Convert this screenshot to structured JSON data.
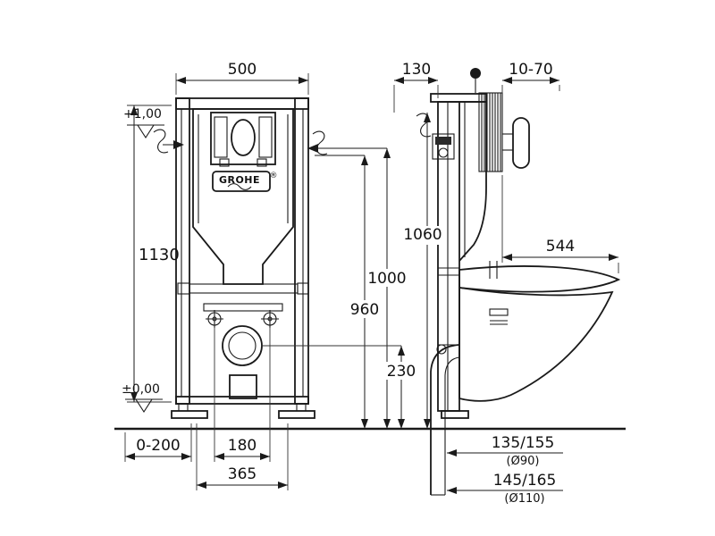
{
  "drawing": {
    "brand": {
      "name": "GROHE",
      "registered": "®"
    },
    "colors": {
      "ink": "#1a1a1a",
      "background": "#ffffff"
    },
    "front_view": {
      "width": "500",
      "height": "1130",
      "datum_top": "+1,00",
      "datum_floor": "±0,00",
      "height_flush": "1000",
      "height_secondary": "960",
      "height_outlet": "230",
      "foot_adjust_range": "0-200",
      "bolt_spacing": "180",
      "fixing_spacing": "365"
    },
    "side_view": {
      "frame_depth": "130",
      "plate_adjust_range": "10-70",
      "frame_height": "1060",
      "bowl_depth": "544",
      "outlet_height_1": "135/155",
      "outlet_dia_1": "(Ø90)",
      "outlet_height_2": "145/165",
      "outlet_dia_2": "(Ø110)"
    }
  }
}
